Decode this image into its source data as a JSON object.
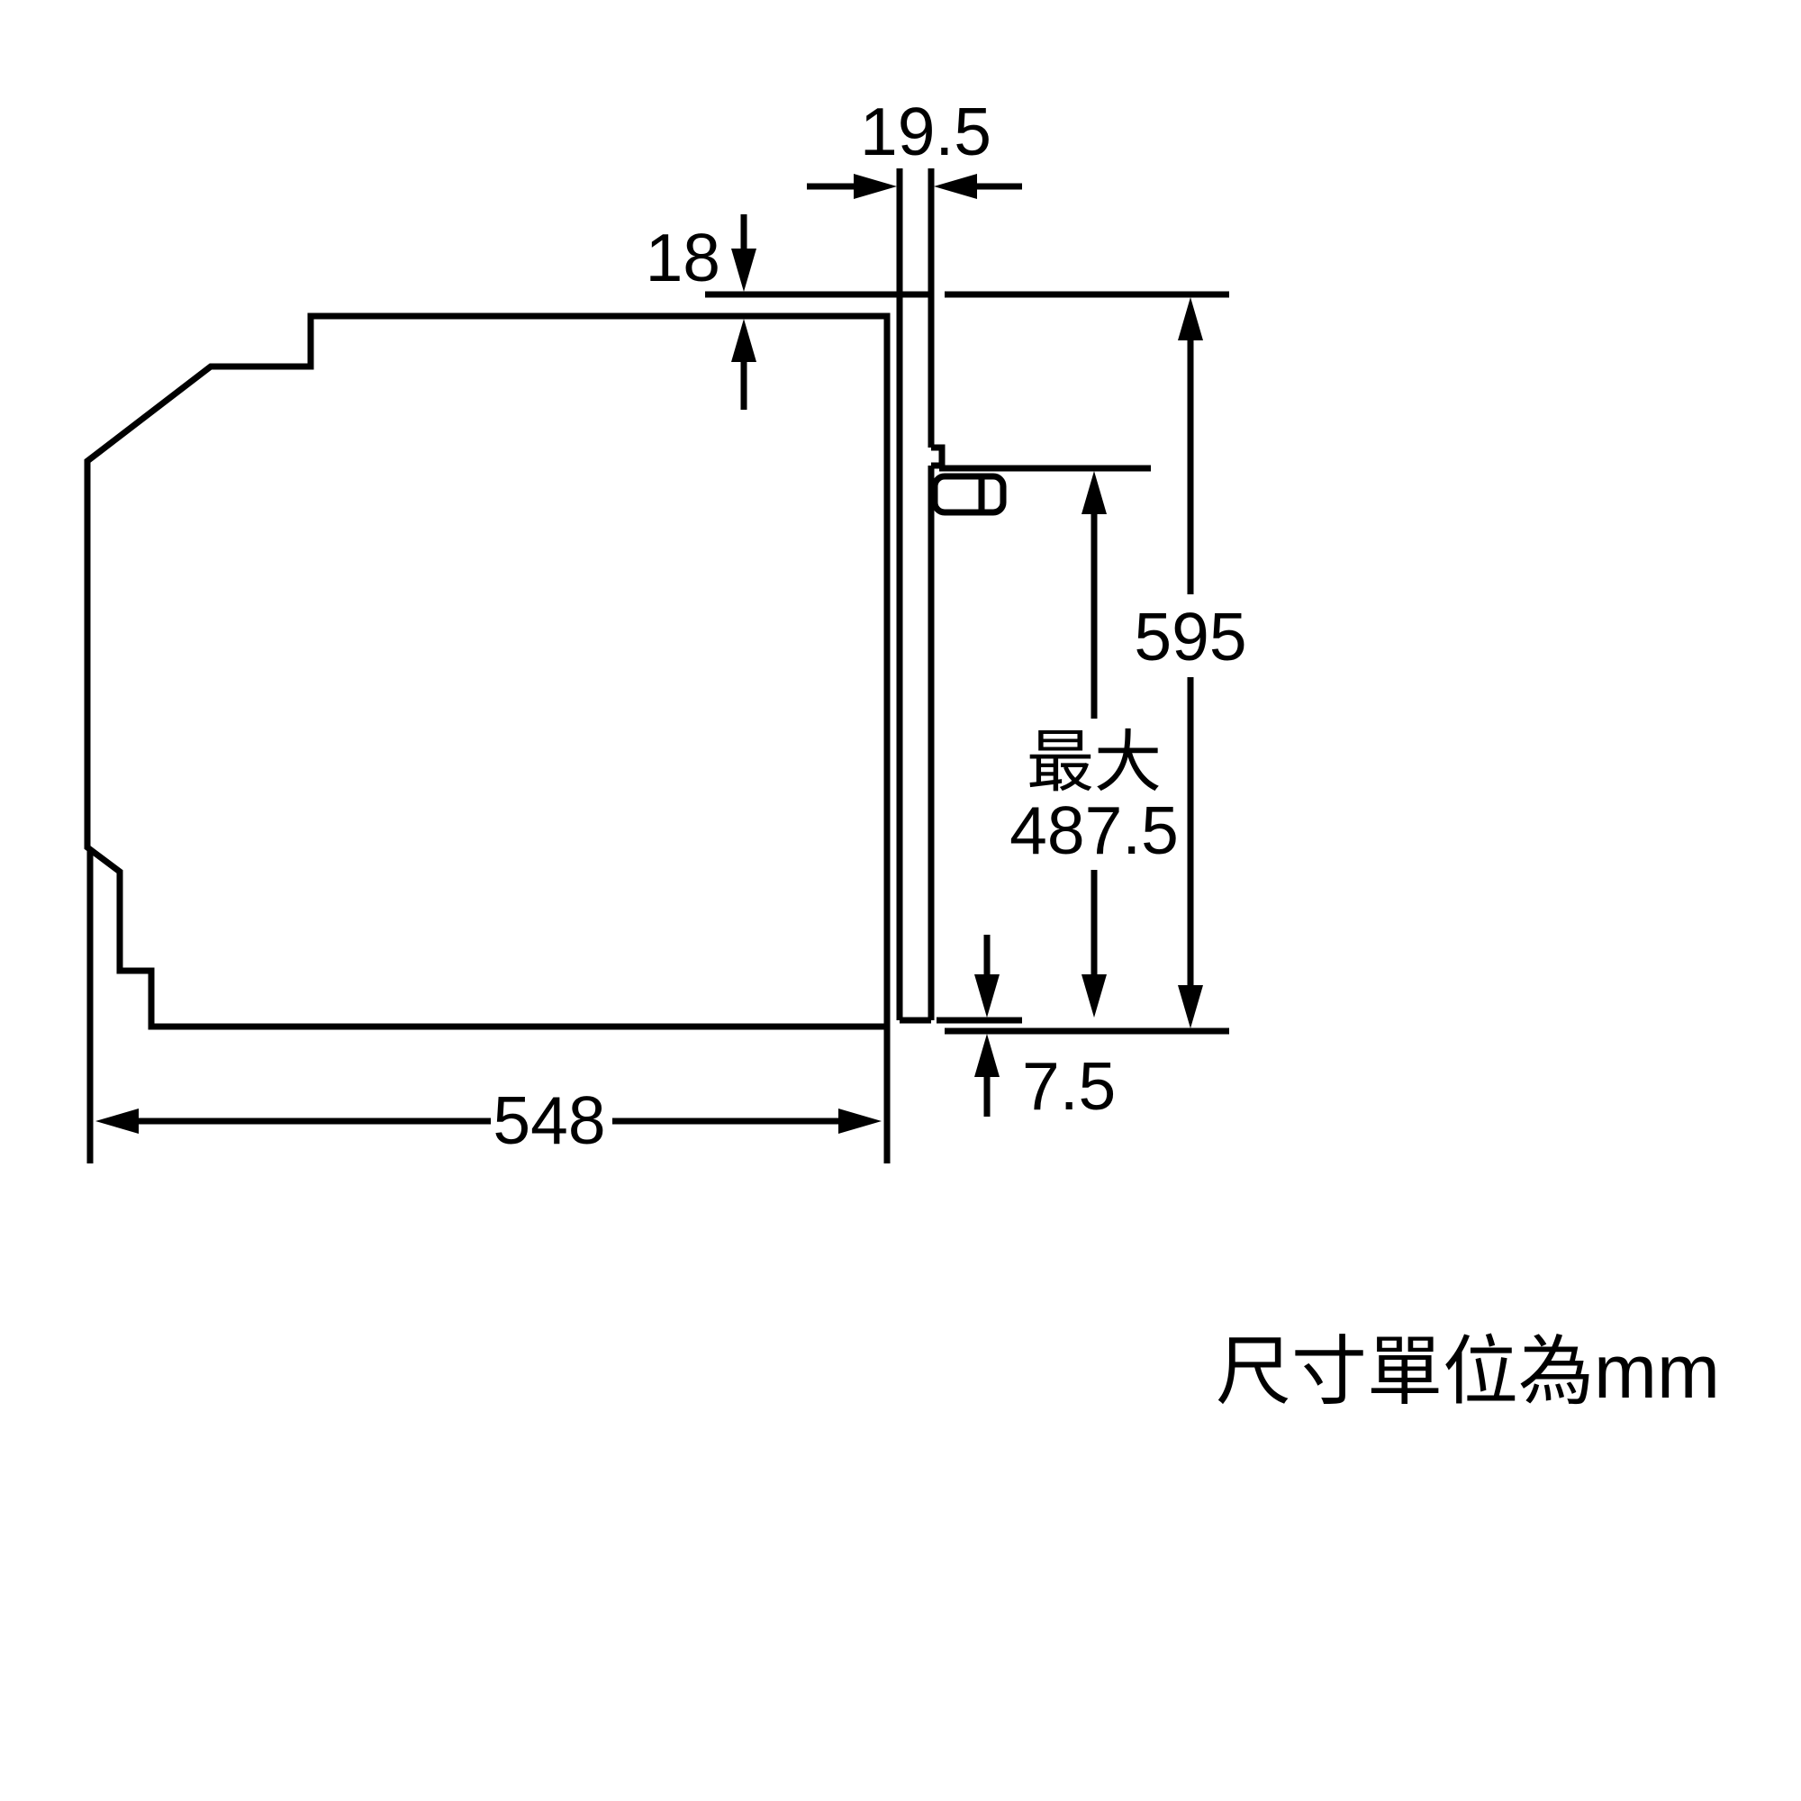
{
  "diagram": {
    "labels": {
      "panel_thickness": "19.5",
      "top_overhang": "18",
      "height": "595",
      "max_prefix": "最大",
      "max_depth": "487.5",
      "body_depth": "548",
      "bottom_gap": "7.5"
    },
    "footer": {
      "unit_note": "尺寸單位為mm"
    }
  }
}
